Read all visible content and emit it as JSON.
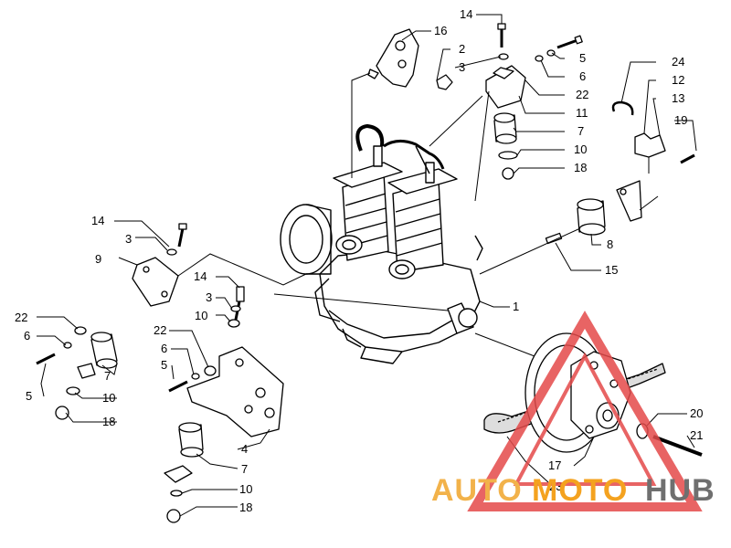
{
  "callouts": [
    {
      "id": "c14a",
      "text": "14"
    },
    {
      "id": "c16",
      "text": "16"
    },
    {
      "id": "c2",
      "text": "2"
    },
    {
      "id": "c3a",
      "text": "3"
    },
    {
      "id": "c5a",
      "text": "5"
    },
    {
      "id": "c6a",
      "text": "6"
    },
    {
      "id": "c22a",
      "text": "22"
    },
    {
      "id": "c11",
      "text": "11"
    },
    {
      "id": "c7a",
      "text": "7"
    },
    {
      "id": "c10a",
      "text": "10"
    },
    {
      "id": "c18a",
      "text": "18"
    },
    {
      "id": "c24",
      "text": "24"
    },
    {
      "id": "c12",
      "text": "12"
    },
    {
      "id": "c13",
      "text": "13"
    },
    {
      "id": "c19",
      "text": "19"
    },
    {
      "id": "c8",
      "text": "8"
    },
    {
      "id": "c15",
      "text": "15"
    },
    {
      "id": "c1",
      "text": "1"
    },
    {
      "id": "c14b",
      "text": "14"
    },
    {
      "id": "c3b",
      "text": "3"
    },
    {
      "id": "c9",
      "text": "9"
    },
    {
      "id": "c22b",
      "text": "22"
    },
    {
      "id": "c6b",
      "text": "6"
    },
    {
      "id": "c5b",
      "text": "5"
    },
    {
      "id": "c7b",
      "text": "7"
    },
    {
      "id": "c10b",
      "text": "10"
    },
    {
      "id": "c18b",
      "text": "18"
    },
    {
      "id": "c14c",
      "text": "14"
    },
    {
      "id": "c3c",
      "text": "3"
    },
    {
      "id": "c10c",
      "text": "10"
    },
    {
      "id": "c22c",
      "text": "22"
    },
    {
      "id": "c6c",
      "text": "6"
    },
    {
      "id": "c5c",
      "text": "5"
    },
    {
      "id": "c4",
      "text": "4"
    },
    {
      "id": "c7c",
      "text": "7"
    },
    {
      "id": "c10d",
      "text": "10"
    },
    {
      "id": "c18c",
      "text": "18"
    },
    {
      "id": "c20",
      "text": "20"
    },
    {
      "id": "c21",
      "text": "21"
    },
    {
      "id": "c17",
      "text": "17"
    },
    {
      "id": "c23",
      "text": "23"
    }
  ],
  "watermark": {
    "part1": "AUTO",
    "part2": "MOTO",
    "part3": "HUB",
    "color1": "#f2b24a",
    "color2": "#f4a21f",
    "color3": "#6f6f6f",
    "triangle_color": "#e44a4a"
  }
}
